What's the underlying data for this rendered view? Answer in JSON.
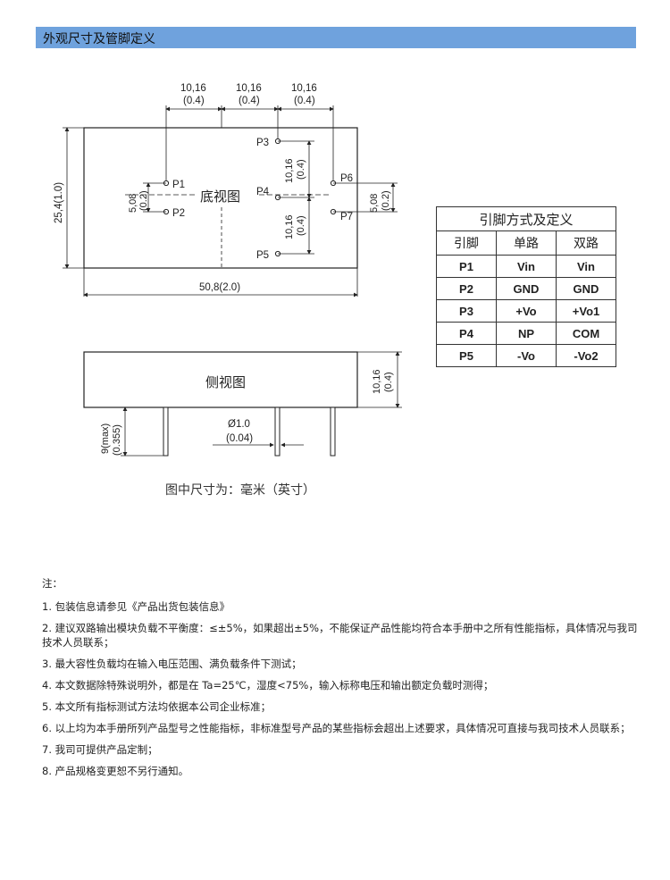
{
  "header": {
    "title": "外观尺寸及管脚定义"
  },
  "drawing": {
    "bottom_view_label": "底视图",
    "side_view_label": "侧视图",
    "dim_top_1": "10,16",
    "dim_top_1_in": "(0.4)",
    "dim_top_2": "10,16",
    "dim_top_2_in": "(0.4)",
    "dim_top_3": "10,16",
    "dim_top_3_in": "(0.4)",
    "dim_height": "25,4(1.0)",
    "dim_width": "50,8(2.0)",
    "dim_p1p2": "5,08",
    "dim_p1p2_in": "(0.2)",
    "dim_p3p4": "10,16",
    "dim_p3p4_in": "(0.4)",
    "dim_p4p5": "10,16",
    "dim_p4p5_in": "(0.4)",
    "dim_p6p7": "5,08",
    "dim_p6p7_in": "(0.2)",
    "dim_side_h": "10,16",
    "dim_side_h_in": "(0.4)",
    "dim_pin_len": "9(max)",
    "dim_pin_len_in": "(0.355)",
    "dim_pin_dia": "Ø1.0",
    "dim_pin_dia_in": "(0.04)",
    "pins": {
      "p1": "P1",
      "p2": "P2",
      "p3": "P3",
      "p4": "P4",
      "p5": "P5",
      "p6": "P6",
      "p7": "P7"
    }
  },
  "pin_table": {
    "caption": "引脚方式及定义",
    "headers": [
      "引脚",
      "单路",
      "双路"
    ],
    "rows": [
      [
        "P1",
        "Vin",
        "Vin"
      ],
      [
        "P2",
        "GND",
        "GND"
      ],
      [
        "P3",
        "+Vo",
        "+Vo1"
      ],
      [
        "P4",
        "NP",
        "COM"
      ],
      [
        "P5",
        "-Vo",
        "-Vo2"
      ]
    ]
  },
  "units_note": "图中尺寸为：毫米（英寸）",
  "notes": {
    "title": "注：",
    "items": [
      "1. 包装信息请参见《产品出货包装信息》",
      "2. 建议双路输出模块负载不平衡度：≤±5%，如果超出±5%，不能保证产品性能均符合本手册中之所有性能指标，具体情况与我司技术人员联系；",
      "3. 最大容性负载均在输入电压范围、满负载条件下测试；",
      "4. 本文数据除特殊说明外，都是在 Ta=25℃，湿度<75%，输入标称电压和输出额定负载时测得；",
      "5. 本文所有指标测试方法均依据本公司企业标准；",
      "6. 以上均为本手册所列产品型号之性能指标，非标准型号产品的某些指标会超出上述要求，具体情况可直接与我司技术人员联系；",
      "7. 我司可提供产品定制；",
      "8. 产品规格变更恕不另行通知。"
    ]
  }
}
